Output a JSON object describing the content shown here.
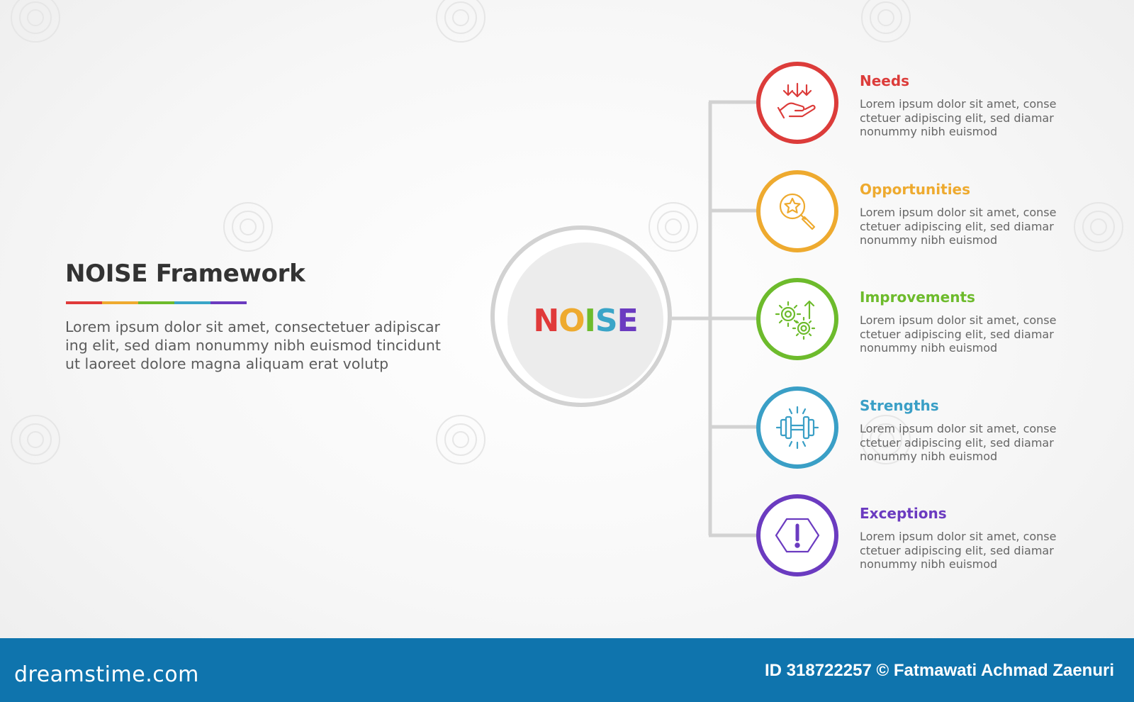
{
  "title": "NOISE Framework",
  "description_lines": [
    "Lorem ipsum dolor sit amet, consectetuer adipiscar",
    "ing elit, sed diam nonummy nibh euismod tincidunt",
    "ut laoreet dolore magna aliquam erat volutp"
  ],
  "underline_colors": [
    "#e03a3a",
    "#eeaa2f",
    "#6dbb2c",
    "#3aa5c8",
    "#6b3bc0"
  ],
  "center": {
    "letters": [
      {
        "char": "N",
        "color": "#e03a3a"
      },
      {
        "char": "O",
        "color": "#eeaa2f"
      },
      {
        "char": "I",
        "color": "#6dbb2c"
      },
      {
        "char": "S",
        "color": "#3aa5c8"
      },
      {
        "char": "E",
        "color": "#6b3bc0"
      }
    ]
  },
  "items": [
    {
      "title": "Needs",
      "color": "#dc3c3a",
      "icon": "hand-arrows-down-icon",
      "desc": [
        "Lorem ipsum dolor sit amet, conse",
        "ctetuer adipiscing elit, sed diamar",
        "nonummy nibh euismod"
      ]
    },
    {
      "title": "Opportunities",
      "color": "#eeaa2f",
      "icon": "star-magnifier-icon",
      "desc": [
        "Lorem ipsum dolor sit amet, conse",
        "ctetuer adipiscing elit, sed diamar",
        "nonummy nibh euismod"
      ]
    },
    {
      "title": "Improvements",
      "color": "#6dbb2c",
      "icon": "gears-arrow-up-icon",
      "desc": [
        "Lorem ipsum dolor sit amet, conse",
        "ctetuer adipiscing elit, sed diamar",
        "nonummy nibh euismod"
      ]
    },
    {
      "title": "Strengths",
      "color": "#3a9fc6",
      "icon": "dumbbell-icon",
      "desc": [
        "Lorem ipsum dolor sit amet, conse",
        "ctetuer adipiscing elit, sed diamar",
        "nonummy nibh euismod"
      ]
    },
    {
      "title": "Exceptions",
      "color": "#6b3bc0",
      "icon": "hexagon-exclamation-icon",
      "desc": [
        "Lorem ipsum dolor sit amet, conse",
        "ctetuer adipiscing elit, sed diamar",
        "nonummy nibh euismod"
      ]
    }
  ],
  "footer": {
    "logo": "dreamstime.com",
    "credit": "ID 318722257 © Fatmawati  Achmad Zaenuri"
  },
  "connector_color": "#d2d2d2",
  "footer_color": "#0f74ad"
}
